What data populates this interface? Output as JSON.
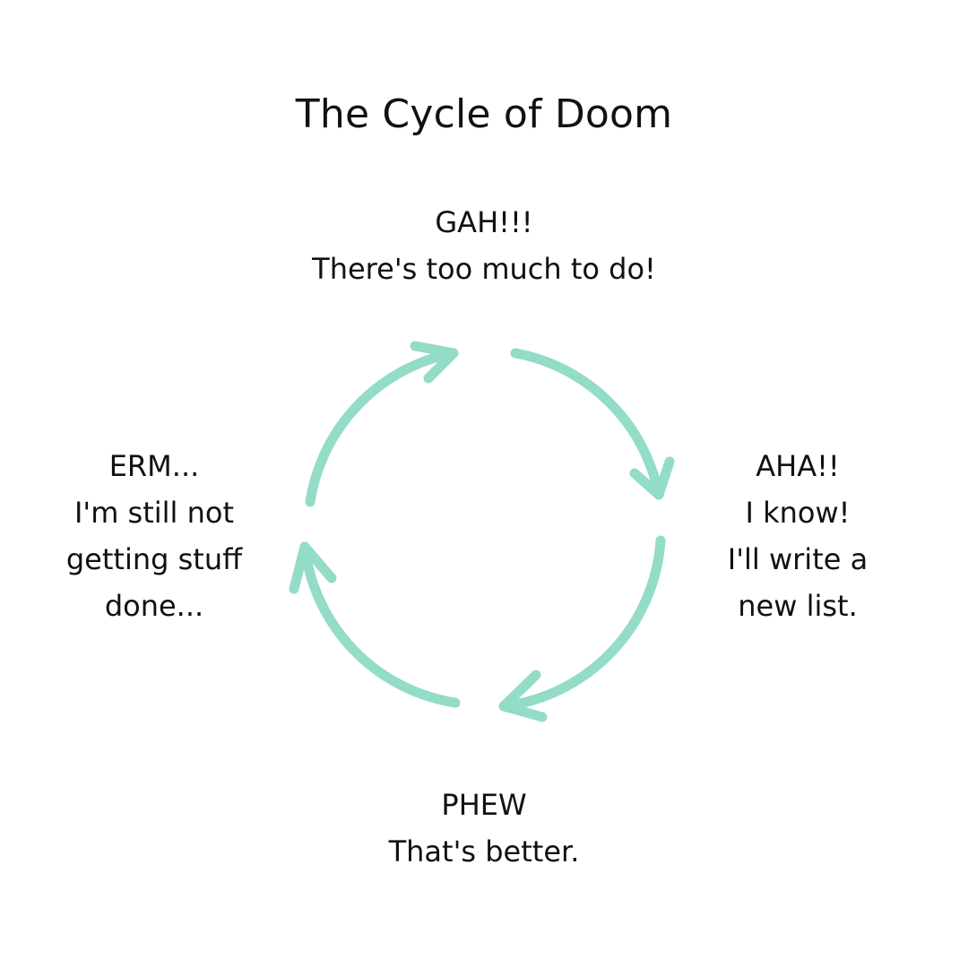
{
  "title": "The Cycle of Doom",
  "accent_color": "#93dcc7",
  "nodes": {
    "top": {
      "line1": "GAH!!!",
      "line2": "There's too much to do!"
    },
    "right": {
      "line1": "AHA!!",
      "line2": "I know!",
      "line3": "I'll write a",
      "line4": "new list."
    },
    "bottom": {
      "line1": "PHEW",
      "line2": "That's better."
    },
    "left": {
      "line1": "ERM...",
      "line2": "I'm still not",
      "line3": "getting stuff",
      "line4": "done..."
    }
  },
  "arrows": [
    "clockwise-arrow",
    "clockwise-arrow",
    "clockwise-arrow",
    "clockwise-arrow"
  ]
}
